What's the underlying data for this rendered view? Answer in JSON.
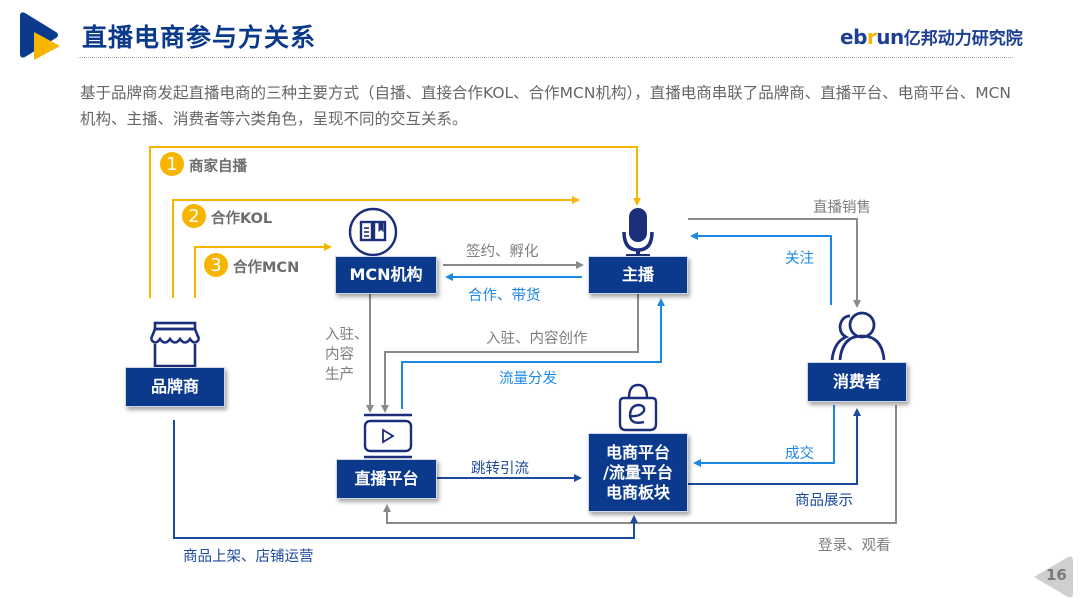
{
  "header": {
    "title": "直播电商参与方关系",
    "brand_latin_1": "eb",
    "brand_latin_2": "r",
    "brand_latin_3": "un",
    "brand_cn": "亿邦动力研究院"
  },
  "intro_text": "基于品牌商发起直播电商的三种主要方式（自播、直接合作KOL、合作MCN机构），直播电商串联了品牌商、直播平台、电商平台、MCN机构、主播、消费者等六类角色，呈现不同的交互关系。",
  "modes": [
    {
      "number": "1",
      "label": "商家自播"
    },
    {
      "number": "2",
      "label": "合作KOL"
    },
    {
      "number": "3",
      "label": "合作MCN"
    }
  ],
  "nodes": {
    "brand": {
      "label": "品牌商",
      "icon": "storefront-icon"
    },
    "mcn": {
      "label": "MCN机构",
      "icon": "book-icon"
    },
    "anchor": {
      "label": "主播",
      "icon": "microphone-icon"
    },
    "consumer": {
      "label": "消费者",
      "icon": "users-icon"
    },
    "live_platform": {
      "label": "直播平台",
      "icon": "video-player-icon"
    },
    "ecommerce": {
      "line1": "电商平台",
      "line2": "/流量平台",
      "line3": "电商板块",
      "icon": "shopping-bag-icon"
    }
  },
  "edges": {
    "mcn_to_anchor": "签约、孵化",
    "anchor_to_mcn": "合作、带货",
    "mcn_to_live": "入驻、\n内容\n生产",
    "mcn_to_live_l1": "入驻、",
    "mcn_to_live_l2": "内容",
    "mcn_to_live_l3": "生产",
    "anchor_to_live": "入驻、内容创作",
    "live_to_anchor": "流量分发",
    "anchor_to_consumer": "直播销售",
    "consumer_to_anchor": "关注",
    "live_to_ecommerce": "跳转引流",
    "consumer_to_ecommerce": "成交",
    "ecommerce_to_consumer": "商品展示",
    "consumer_to_live": "登录、观看",
    "brand_to_ecommerce": "商品上架、店铺运营"
  },
  "colors": {
    "navy": "#0b3a8c",
    "yellow": "#f7b500",
    "blue": "#1e88e5",
    "gray": "#8a8a8a"
  },
  "page_number": "16"
}
